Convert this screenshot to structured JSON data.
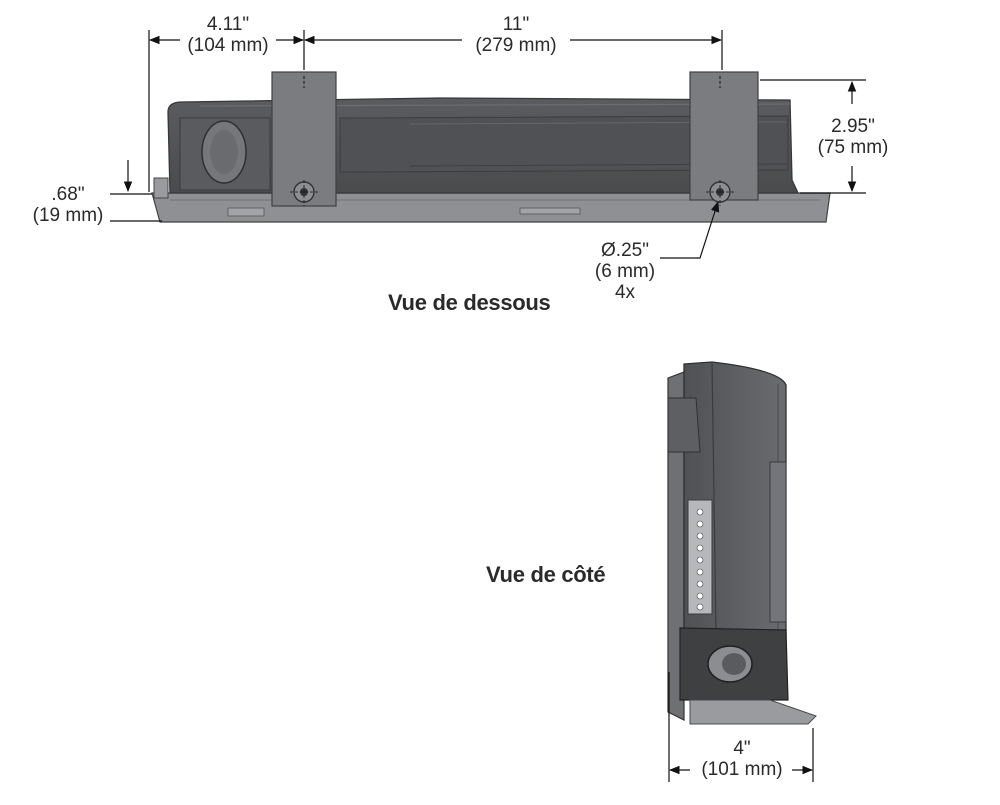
{
  "colors": {
    "body_dark": "#4f5052",
    "body_mid": "#6a6b6e",
    "body_light": "#8b8c8f",
    "edge": "#3a3b3d",
    "dim_line": "#111111"
  },
  "bottom_view": {
    "title": "Vue de dessous",
    "dim_width_left": {
      "inch": "4.11\"",
      "mm": "(104 mm)"
    },
    "dim_width_main": {
      "inch": "11\"",
      "mm": "(279 mm)"
    },
    "dim_height": {
      "inch": "2.95\"",
      "mm": "(75 mm)"
    },
    "dim_offset": {
      "inch": ".68\"",
      "mm": "(19 mm)"
    },
    "hole": {
      "diameter": "Ø.25\"",
      "mm": "(6 mm)",
      "count": "4x"
    }
  },
  "side_view": {
    "title": "Vue de côté",
    "dim_depth": {
      "inch": "4\"",
      "mm": "(101 mm)"
    }
  }
}
